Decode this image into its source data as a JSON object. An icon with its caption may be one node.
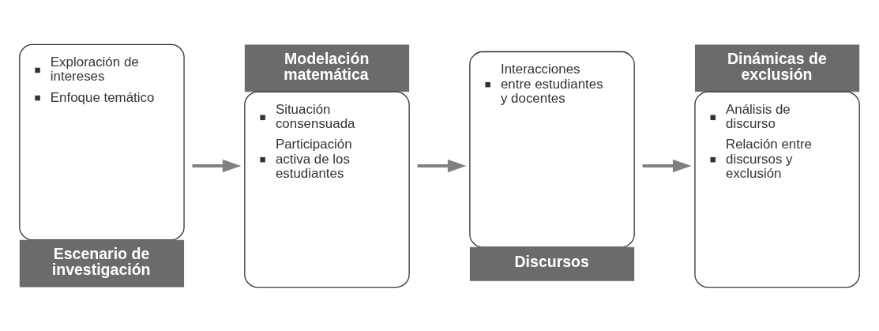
{
  "diagram": {
    "nodes": [
      {
        "text": [
          "Exploración de intereses",
          "Enfoque temático",
          "Escenario de investigación"
        ]
      },
      {
        "text": [
          "Modelación matemática",
          "Situación consensuada",
          "Participación activa de los estudiantes"
        ]
      },
      {
        "text": [
          "Interacciones entre estudiantes y docentes",
          "Discursos"
        ]
      },
      {
        "text": [
          "Dinámicas de exclusión",
          "Análisis de discurso",
          "Relación entre discursos y exclusión"
        ]
      }
    ],
    "edges": [
      {
        "from": 0,
        "to": 1,
        "arrow": "to"
      },
      {
        "from": 1,
        "to": 2,
        "arrow": "to"
      },
      {
        "from": 2,
        "to": 3,
        "arrow": "to"
      }
    ]
  }
}
